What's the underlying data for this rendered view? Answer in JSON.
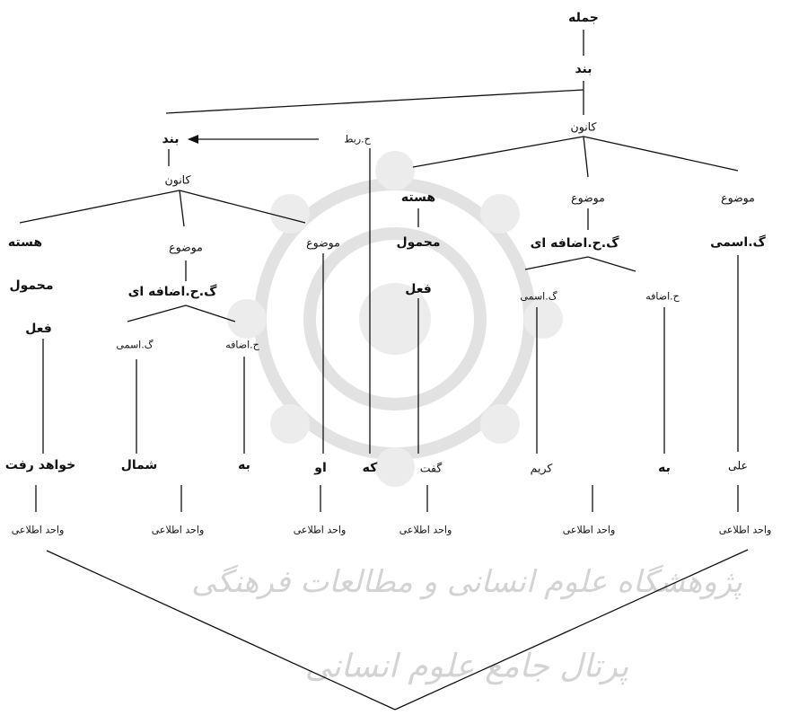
{
  "diagram": {
    "nodes": {
      "jomle": "جمله",
      "band_top": "بند",
      "kanun_top": "کانون",
      "rabt": "ح.ربط",
      "band_sub": "بند",
      "kanun_sub": "کانون",
      "hasteh_l": "هسته",
      "mahmul_l": "محمول",
      "fel_l": "فعل",
      "mowzu_l": "موضوع",
      "gh_ezafe_l": "گ.ح.اضافه ای",
      "g_esmi_l": "گ.اسمی",
      "h_ezafe_l": "ح.اضافه",
      "mowzu_m": "موضوع",
      "hasteh_c": "هسته",
      "mahmul_c": "محمول",
      "fel_c": "فعل",
      "mowzu_c": "موضوع",
      "gh_ezafe_c": "گ.ح.اضافه ای",
      "g_esmi_c": "گ.اسمی",
      "h_ezafe_c": "ح.اضافه",
      "mowzu_r": "موضوع",
      "g_esmi_r": "گ.اسمی"
    },
    "words": {
      "khahad_raft": "خواهد رفت",
      "shomal": "شمال",
      "be_1": "به",
      "u": "او",
      "ke": "که",
      "goft": "گفت",
      "karim": "کریم",
      "be_2": "به",
      "ali": "علی"
    },
    "info_unit": "واحد اطلاعی",
    "watermark": {
      "line1": "پژوهشگاه علوم انسانی و مطالعات فرهنگی",
      "line2": "پرتال جامع علوم انسانی"
    }
  }
}
